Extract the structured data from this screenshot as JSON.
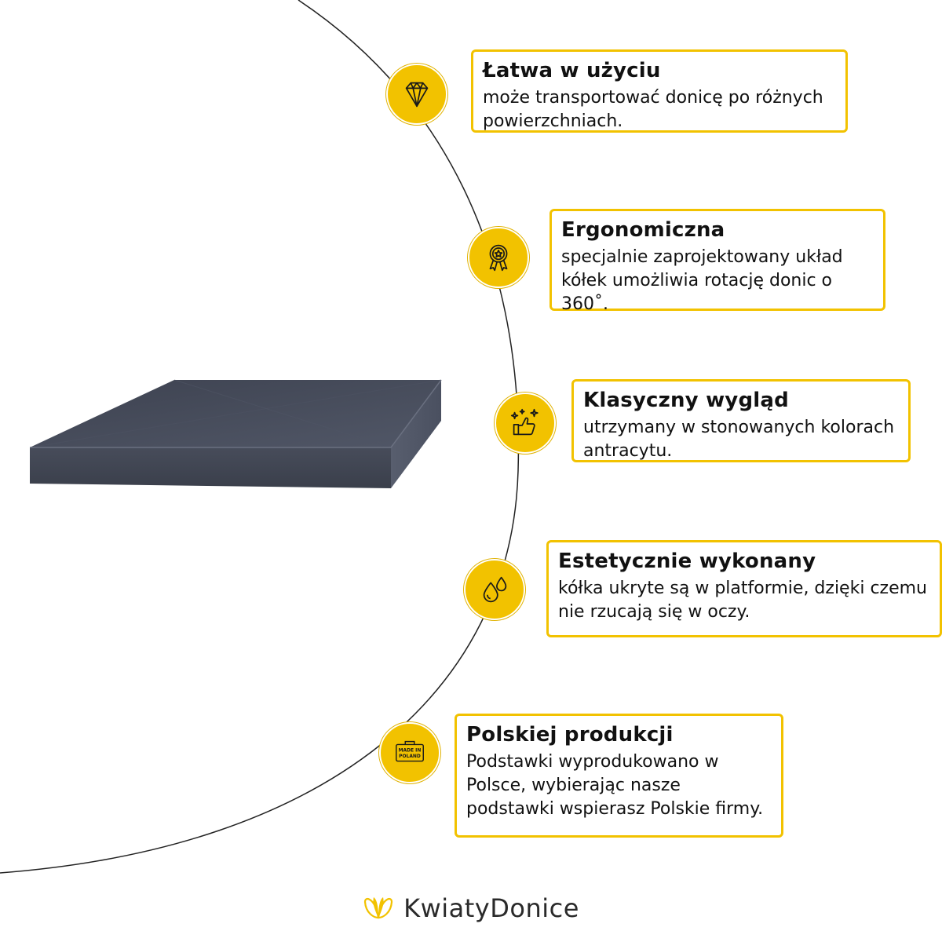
{
  "features": [
    {
      "icon": "diamond-icon",
      "title": "Łatwa w użyciu",
      "text": "może transportować donicę po różnych powierzchniach."
    },
    {
      "icon": "award-medal-icon",
      "title": "Ergonomiczna",
      "text": "specjalnie zaprojektowany układ kółek umożliwia rotację donic o 360˚."
    },
    {
      "icon": "thumbs-up-sparkle-icon",
      "title": "Klasyczny wygląd",
      "text": "utrzymany w stonowanych kolorach antracytu."
    },
    {
      "icon": "water-drops-icon",
      "title": "Estetycznie wykonany",
      "text": "kółka ukryte są w platformie, dzięki czemu nie rzucają się w oczy."
    },
    {
      "icon": "made-in-poland-icon",
      "badge_lines": [
        "MADE IN",
        "POLAND"
      ],
      "title": "Polskiej produkcji",
      "text": "Podstawki wyprodukowano w Polsce, wybierając nasze podstawki wspierasz Polskie firmy."
    }
  ],
  "brand": {
    "name": "KwiatyDonice",
    "logo_icon": "butterfly-leaf-icon"
  },
  "colors": {
    "accent": "#f2c200",
    "arc": "#222222",
    "product": "#4a5060"
  }
}
